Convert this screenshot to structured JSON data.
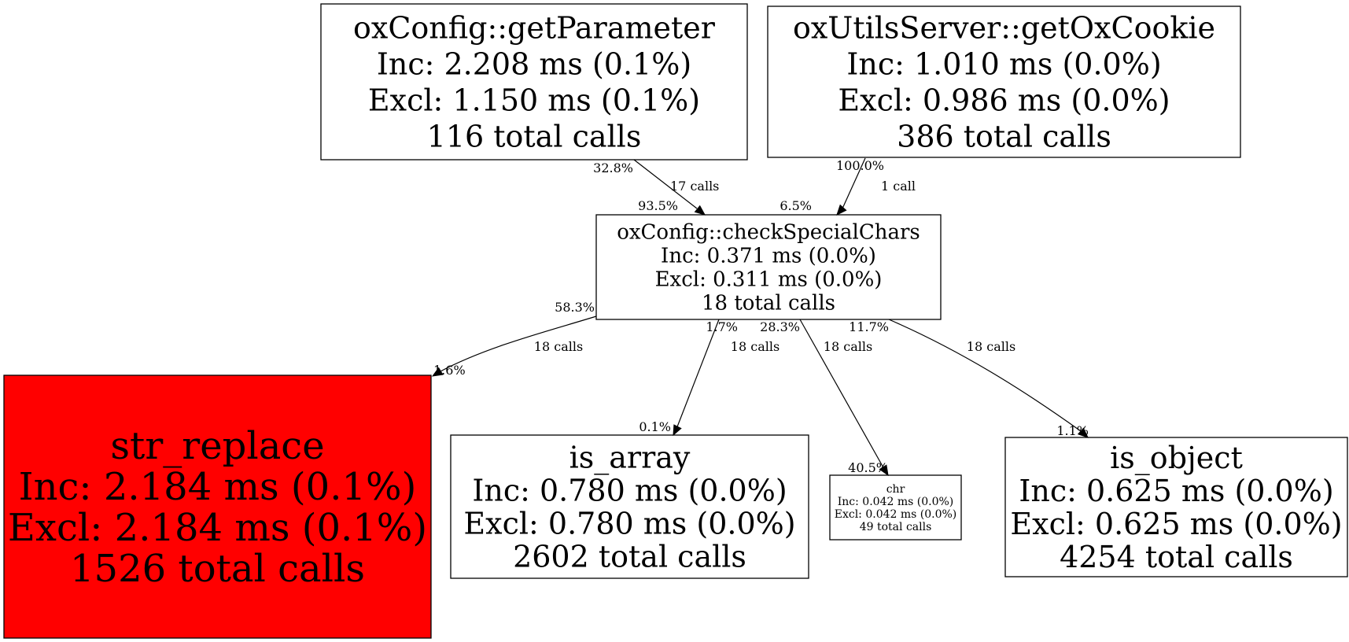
{
  "graph": {
    "colors": {
      "hot": "#ff0000",
      "normal": "#ffffff",
      "stroke": "#000000"
    },
    "nodes": [
      {
        "id": "getParameter",
        "lines": [
          "oxConfig::getParameter",
          "Inc: 2.208 ms (0.1%)",
          "Excl: 1.150 ms (0.1%)",
          "116 total calls"
        ]
      },
      {
        "id": "getOxCookie",
        "lines": [
          "oxUtilsServer::getOxCookie",
          "Inc: 1.010 ms (0.0%)",
          "Excl: 0.986 ms (0.0%)",
          "386 total calls"
        ]
      },
      {
        "id": "checkSpecialChars",
        "lines": [
          "oxConfig::checkSpecialChars",
          "Inc: 0.371 ms (0.0%)",
          "Excl: 0.311 ms (0.0%)",
          "18 total calls"
        ]
      },
      {
        "id": "str_replace",
        "hot": true,
        "lines": [
          "str_replace",
          "Inc: 2.184 ms (0.1%)",
          "Excl: 2.184 ms (0.1%)",
          "1526 total calls"
        ]
      },
      {
        "id": "is_array",
        "lines": [
          "is_array",
          "Inc: 0.780 ms (0.0%)",
          "Excl: 0.780 ms (0.0%)",
          "2602 total calls"
        ]
      },
      {
        "id": "chr",
        "lines": [
          "chr",
          "Inc: 0.042 ms (0.0%)",
          "Excl: 0.042 ms (0.0%)",
          "49 total calls"
        ]
      },
      {
        "id": "is_object",
        "lines": [
          "is_object",
          "Inc: 0.625 ms (0.0%)",
          "Excl: 0.625 ms (0.0%)",
          "4254 total calls"
        ]
      }
    ],
    "edges": [
      {
        "id": "e1",
        "from": "getParameter",
        "to": "checkSpecialChars",
        "calls": "17 calls",
        "tail_pct": "32.8%",
        "head_pct": "93.5%"
      },
      {
        "id": "e2",
        "from": "getOxCookie",
        "to": "checkSpecialChars",
        "calls": "1 call",
        "tail_pct": "100.0%",
        "head_pct": "6.5%"
      },
      {
        "id": "e3",
        "from": "checkSpecialChars",
        "to": "str_replace",
        "calls": "18 calls",
        "tail_pct": "58.3%",
        "head_pct": "1.6%"
      },
      {
        "id": "e4",
        "from": "checkSpecialChars",
        "to": "is_array",
        "calls": "18 calls",
        "tail_pct": "1.7%",
        "head_pct": "0.1%"
      },
      {
        "id": "e5",
        "from": "checkSpecialChars",
        "to": "chr",
        "calls": "18 calls",
        "tail_pct": "28.3%",
        "head_pct": "40.5%"
      },
      {
        "id": "e6",
        "from": "checkSpecialChars",
        "to": "is_object",
        "calls": "18 calls",
        "tail_pct": "11.7%",
        "head_pct": "1.1%"
      }
    ]
  }
}
